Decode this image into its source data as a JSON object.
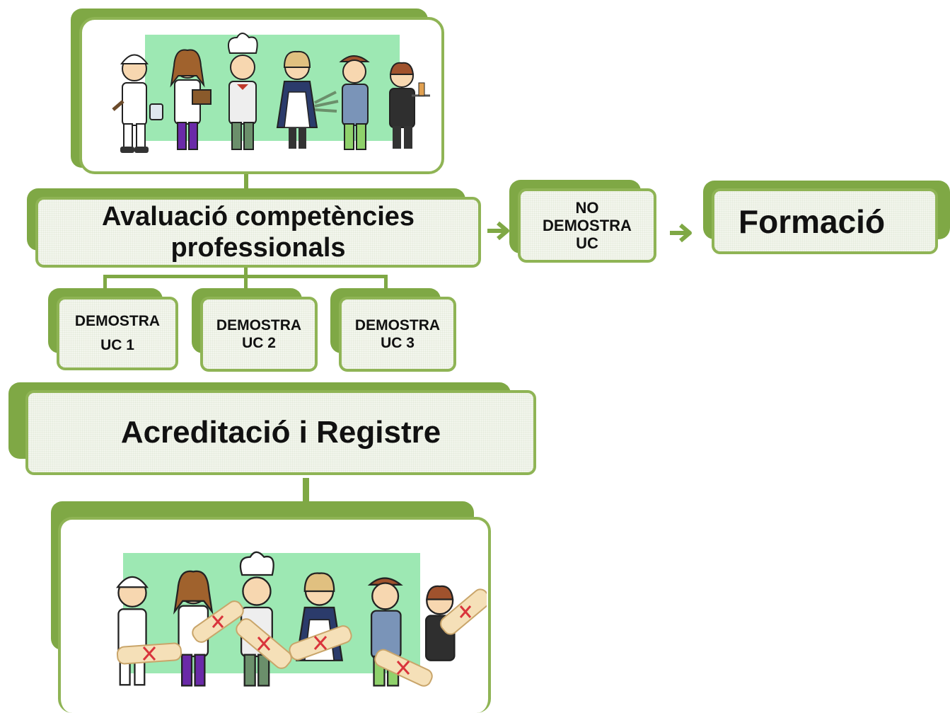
{
  "nodes": {
    "avaluacio": "Avaluació competències professionals",
    "no_demostra": "NO DEMOSTRA UC",
    "formacio": "Formació",
    "uc1": "DEMOSTRA UC 1",
    "uc2": "DEMOSTRA UC 2",
    "uc3": "DEMOSTRA UC 3",
    "acreditacio": "Acreditació i Registre"
  },
  "colors": {
    "accent": "#7fa845",
    "box_border": "#8fb455",
    "box_fill": "#f3f6ee",
    "illustration_backdrop": "#9de8b3",
    "certificate_seal": "#d9343c"
  },
  "icons": {
    "top_illustration": "workers-group-illustration",
    "bottom_illustration": "workers-with-diplomas-illustration",
    "arrows": "chevron-right-icon"
  }
}
